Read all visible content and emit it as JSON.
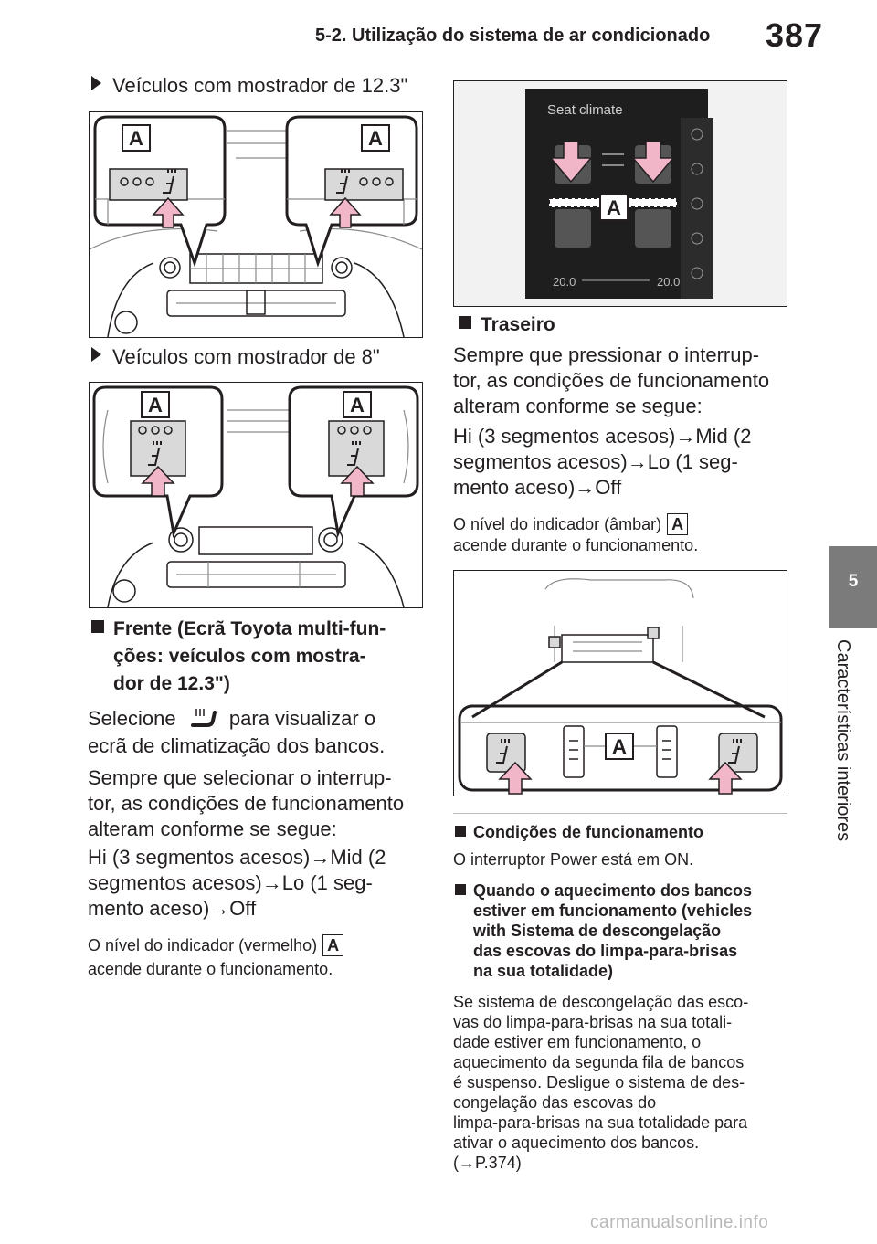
{
  "header": {
    "title": "5-2. Utilização do sistema de ar condicionado",
    "page_number": "387"
  },
  "side_tab": {
    "number": "5",
    "label": "Características interiores"
  },
  "left": {
    "bullet_12": "Veículos com mostrador de 12.3\"",
    "bullet_8": "Veículos com mostrador de 8\"",
    "front_heading_1": "Frente (Ecrã Toyota multi-fun-",
    "front_heading_2": "ções: veículos com mostra-",
    "front_heading_3": "dor de 12.3\")",
    "select_pre": "Selecione",
    "select_post": "para visualizar o",
    "select_line2": "ecrã de climatização dos bancos.",
    "p1_l1": "Sempre que selecionar o interrup-",
    "p1_l2": "tor, as condições de funcionamento",
    "p1_l3": "alteram conforme se segue:",
    "p2_l1": "Hi (3 segmentos acesos)→Mid (2",
    "p2_l2": "segmentos acesos)→Lo (1 seg-",
    "p2_l3": "mento aceso)→Off",
    "ind_l1": "O nível do indicador (vermelho)",
    "ind_l2": "acende durante o funcionamento."
  },
  "right": {
    "screen_title": "Seat climate",
    "temp_left": "20.0",
    "temp_right": "20.0",
    "rear_heading": "Traseiro",
    "r1_l1": "Sempre que pressionar o interrup-",
    "r1_l2": "tor, as condições de funcionamento",
    "r1_l3": "alteram conforme se segue:",
    "r2_l1": "Hi (3 segmentos acesos)→Mid (2",
    "r2_l2": "segmentos acesos)→Lo (1 seg-",
    "r2_l3": "mento aceso)→Off",
    "ind_l1": "O nível do indicador (âmbar)",
    "ind_l2": "acende durante o funcionamento.",
    "cond_heading": "Condições de funcionamento",
    "cond_text": "O interruptor Power está em ON.",
    "q_l1": "Quando o aquecimento dos bancos",
    "q_l2": "estiver em funcionamento (vehicles",
    "q_l3": "with Sistema de descongelação",
    "q_l4": "das escovas do limpa-para-brisas",
    "q_l5": "na sua totalidade)",
    "a_l1": "Se sistema de descongelação das esco-",
    "a_l2": "vas do limpa-para-brisas na sua totali-",
    "a_l3": "dade estiver em funcionamento, o",
    "a_l4": "aquecimento da segunda fila de bancos",
    "a_l5": "é suspenso. Desligue o sistema de des-",
    "a_l6": "congelação das escovas do",
    "a_l7": "limpa-para-brisas na sua totalidade para",
    "a_l8": "ativar o aquecimento dos bancos.",
    "a_l9": "(→P.374)"
  },
  "label_a": "A",
  "icons": {
    "seat_heater": "seat-heater-icon",
    "arrow": "pink-arrow-icon"
  },
  "watermark": "carmanualsonline.info"
}
